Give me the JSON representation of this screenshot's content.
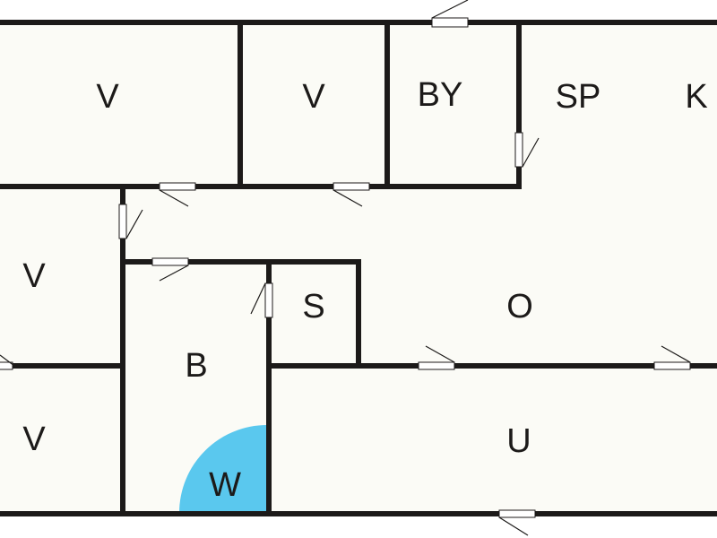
{
  "rooms": {
    "v1": "V",
    "v2": "V",
    "by": "BY",
    "sp": "SP",
    "k": "K",
    "v3": "V",
    "s": "S",
    "o": "O",
    "b": "B",
    "v4": "V",
    "u": "U",
    "w": "W"
  },
  "colors": {
    "wall": "#1c1a19",
    "floor": "#fbfbf6",
    "washer_marker": "#5ac8ee"
  },
  "icons": {
    "washer_marker": "quarter-circle-marker"
  }
}
